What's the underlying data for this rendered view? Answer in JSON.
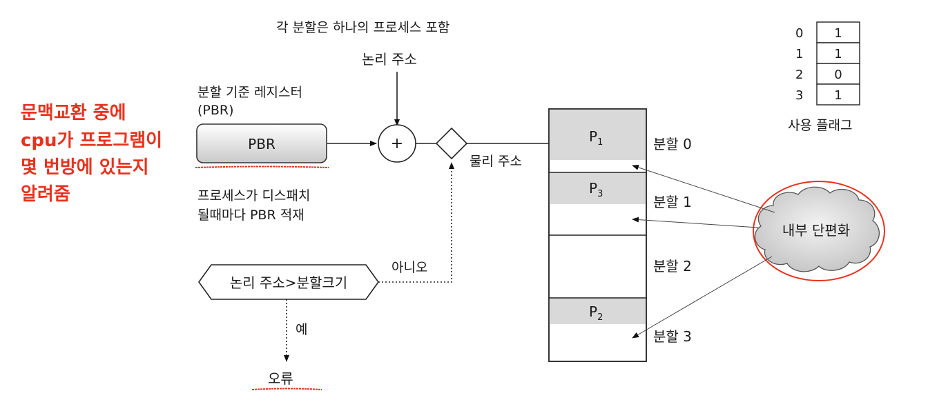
{
  "header_note": "각 분할은 하나의 프로세스 포함",
  "logical_address": "논리 주소",
  "physical_address": "물리 주소",
  "register_caption_line1": "분할 기준 레지스터",
  "register_caption_line2": "(PBR)",
  "register_box_label": "PBR",
  "plus_sign": "+",
  "dispatch_note_line1": "프로세스가 디스패치",
  "dispatch_note_line2": "될때마다 PBR 적재",
  "compare_label": "논리 주소>분할크기",
  "no_label": "아니오",
  "yes_label": "예",
  "error_label": "오류",
  "red_annotation_lines": [
    "문맥교환 중에",
    "cpu가 프로그램이",
    "몇 번방에 있는지",
    "알려줌"
  ],
  "memory": {
    "process_labels": [
      "P",
      "P",
      "P"
    ],
    "process_subscripts": [
      "1",
      "3",
      "2"
    ],
    "partition_labels": [
      "분할 0",
      "분할 1",
      "분할 2",
      "분할 3"
    ]
  },
  "internal_fragmentation": "내부 단편화",
  "flag_table": {
    "indices": [
      "0",
      "1",
      "2",
      "3"
    ],
    "values": [
      "1",
      "1",
      "0",
      "1"
    ],
    "caption": "사용 플래그"
  },
  "colors": {
    "annotation_red": "#e8321e",
    "used_fill": "#d9d9d9",
    "cloud_fill": "#dcdcdc"
  }
}
